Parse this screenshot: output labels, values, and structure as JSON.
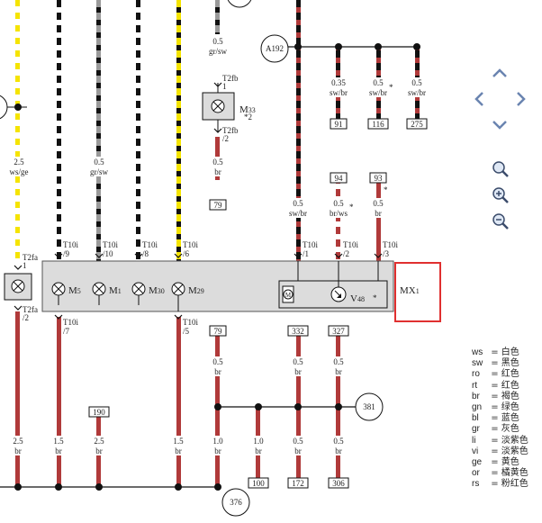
{
  "wires": {
    "w1": {
      "gauge": "2.5",
      "color": "ws/ge"
    },
    "w2": {
      "gauge": "0.5",
      "color": "gr/sw"
    },
    "w3": {
      "gauge": "0.5",
      "color": "gr/sw"
    },
    "w4": {
      "gauge": "0.5",
      "color": "br"
    },
    "w5": {
      "gauge": "0.35",
      "color": "sw/br"
    },
    "w6": {
      "gauge": "0.5",
      "color": "sw/br"
    },
    "w7": {
      "gauge": "0.5",
      "color": "sw/br"
    },
    "w8": {
      "gauge": "0.5",
      "color": "sw/br"
    },
    "w9": {
      "gauge": "0.5",
      "color": "br/ws"
    },
    "w10": {
      "gauge": "0.5",
      "color": "br"
    },
    "w11": {
      "gauge": "0.5",
      "color": "br"
    },
    "w12": {
      "gauge": "0.5",
      "color": "br"
    },
    "w13": {
      "gauge": "0.5",
      "color": "br"
    },
    "b1": {
      "gauge": "2.5",
      "color": "br"
    },
    "b2": {
      "gauge": "1.5",
      "color": "br"
    },
    "b3": {
      "gauge": "2.5",
      "color": "br"
    },
    "b4": {
      "gauge": "1.5",
      "color": "br"
    },
    "b5": {
      "gauge": "1.0",
      "color": "br"
    },
    "b6": {
      "gauge": "1.0",
      "color": "br"
    },
    "b7": {
      "gauge": "0.5",
      "color": "br"
    },
    "b8": {
      "gauge": "0.5",
      "color": "br"
    }
  },
  "connectors": {
    "t2fa_1": "T2fa",
    "t2fa_1n": "1",
    "t2fa_2": "T2fa",
    "t2fa_2n": "/2",
    "t10i_9": "T10i",
    "t10i_9n": "/9",
    "t10i_10": "T10i",
    "t10i_10n": "/10",
    "t10i_8": "T10i",
    "t10i_8n": "/8",
    "t10i_6": "T10i",
    "t10i_6n": "/6",
    "t10i_1": "T10i",
    "t10i_1n": "/1",
    "t10i_2": "T10i",
    "t10i_2n": "/2",
    "t10i_3": "T10i",
    "t10i_3n": "/3",
    "t10i_7": "T10i",
    "t10i_7n": "/7",
    "t10i_5": "T10i",
    "t10i_5n": "/5",
    "t2fb_1": "T2fb",
    "t2fb_1n": "1",
    "t2fb_2": "T2fb",
    "t2fb_2n": "/2"
  },
  "components": {
    "m5": "M",
    "m5s": "5",
    "m1": "M",
    "m1s": "1",
    "m30": "M",
    "m30s": "30",
    "m29": "M",
    "m29s": "29",
    "m33": "M",
    "m33s": "33",
    "m33mark": "*2",
    "v48": "V",
    "v48s": "48",
    "v48mark": "*",
    "mx1": "MX",
    "mx1s": "1",
    "motor": "M"
  },
  "refs": {
    "a192": "A192",
    "r381": "381",
    "r376": "376",
    "p91": "91",
    "p116": "116",
    "p275": "275",
    "p79a": "79",
    "p94": "94",
    "p93": "93",
    "p79b": "79",
    "p332": "332",
    "p327": "327",
    "p190": "190",
    "p100": "100",
    "p172": "172",
    "p306": "306",
    "star1": "*",
    "star2": "*",
    "star3": "*"
  },
  "legend": [
    {
      "code": "ws",
      "sep": "=",
      "name": "白色"
    },
    {
      "code": "sw",
      "sep": "=",
      "name": "黑色"
    },
    {
      "code": "ro",
      "sep": "=",
      "name": "红色"
    },
    {
      "code": "rt",
      "sep": "=",
      "name": "红色"
    },
    {
      "code": "br",
      "sep": "=",
      "name": "褐色"
    },
    {
      "code": "gn",
      "sep": "=",
      "name": "绿色"
    },
    {
      "code": "bl",
      "sep": "=",
      "name": "蓝色"
    },
    {
      "code": "gr",
      "sep": "=",
      "name": "灰色"
    },
    {
      "code": "li",
      "sep": "=",
      "name": "淡紫色"
    },
    {
      "code": "vi",
      "sep": "=",
      "name": "淡紫色"
    },
    {
      "code": "ge",
      "sep": "=",
      "name": "黄色"
    },
    {
      "code": "or",
      "sep": "=",
      "name": "橘黄色"
    },
    {
      "code": "rs",
      "sep": "=",
      "name": "粉红色"
    }
  ],
  "colors": {
    "brown": "#b03a3a",
    "black": "#111111",
    "yellow": "#f5e400",
    "grey": "#9a9a9a",
    "module": "#dcdcdc",
    "highlight": "#e03030"
  }
}
